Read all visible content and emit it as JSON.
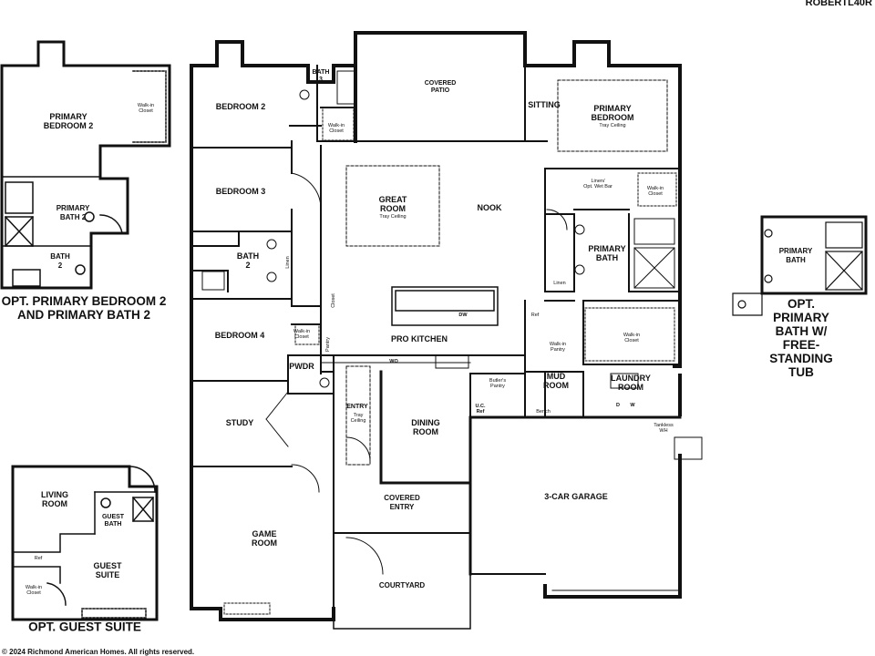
{
  "plan_code": "ROBERTL40R",
  "copyright": "© 2024 Richmond American Homes. All rights reserved.",
  "rooms": {
    "covered_patio": "COVERED\nPATIO",
    "bath3": "BATH\n3",
    "bedroom2": "BEDROOM 2",
    "walkin_bed2": "Walk-in\nCloset",
    "sitting": "SITTING",
    "primary_bedroom": "PRIMARY\nBEDROOM",
    "primary_bedroom_note": "Tray Ceiling",
    "bedroom3": "BEDROOM 3",
    "great_room": "GREAT\nROOM",
    "great_room_note": "Tray Ceiling",
    "nook": "NOOK",
    "linen_wetbar": "Linen/\nOpt. Wet Bar",
    "walkin_primary": "Walk-in\nCloset",
    "primary_bath": "PRIMARY\nBATH",
    "bath2": "BATH\n2",
    "linen": "Linen",
    "linen2": "Linen",
    "closet": "Closet",
    "bedroom4": "BEDROOM 4",
    "walkin_bed4": "Walk-in\nCloset",
    "pantry": "Pantry",
    "pro_kitchen": "PRO KITCHEN",
    "dw": "DW",
    "wo": "WO",
    "ref": "Ref",
    "walkin_pantry": "Walk-in\nPantry",
    "walkin_closet_2": "Walk-in\nCloset",
    "pwdr": "PWDR",
    "entry": "ENTRY",
    "entry_note": "Tray\nCeiling",
    "butlers_pantry": "Butler's\nPantry",
    "uc_ref": "U.C.\nRef",
    "mud_room": "MUD\nROOM",
    "bench": "Bench",
    "laundry_room": "LAUNDRY\nROOM",
    "washer": "W",
    "dryer": "D",
    "study": "STUDY",
    "dining_room": "DINING\nROOM",
    "tankless": "Tankless\nWH",
    "garage": "3-CAR GARAGE",
    "game_room": "GAME\nROOM",
    "covered_entry": "COVERED\nENTRY",
    "courtyard": "COURTYARD"
  },
  "options": {
    "opt1_room": "PRIMARY\nBEDROOM 2",
    "opt1_walkin": "Walk-in\nCloset",
    "opt1_bath": "PRIMARY\nBATH 2",
    "opt1_bath2": "BATH\n2",
    "opt1_title": "OPT. PRIMARY BEDROOM 2\nAND PRIMARY BATH 2",
    "opt2_bath": "PRIMARY\nBATH",
    "opt2_title": "OPT. PRIMARY BATH W/\nFREE-STANDING TUB",
    "opt3_living": "LIVING\nROOM",
    "opt3_guest_bath": "GUEST\nBATH",
    "opt3_guest_suite": "GUEST\nSUITE",
    "opt3_ref": "Ref",
    "opt3_walkin": "Walk-in\nCloset",
    "opt3_title": "OPT. GUEST SUITE"
  }
}
